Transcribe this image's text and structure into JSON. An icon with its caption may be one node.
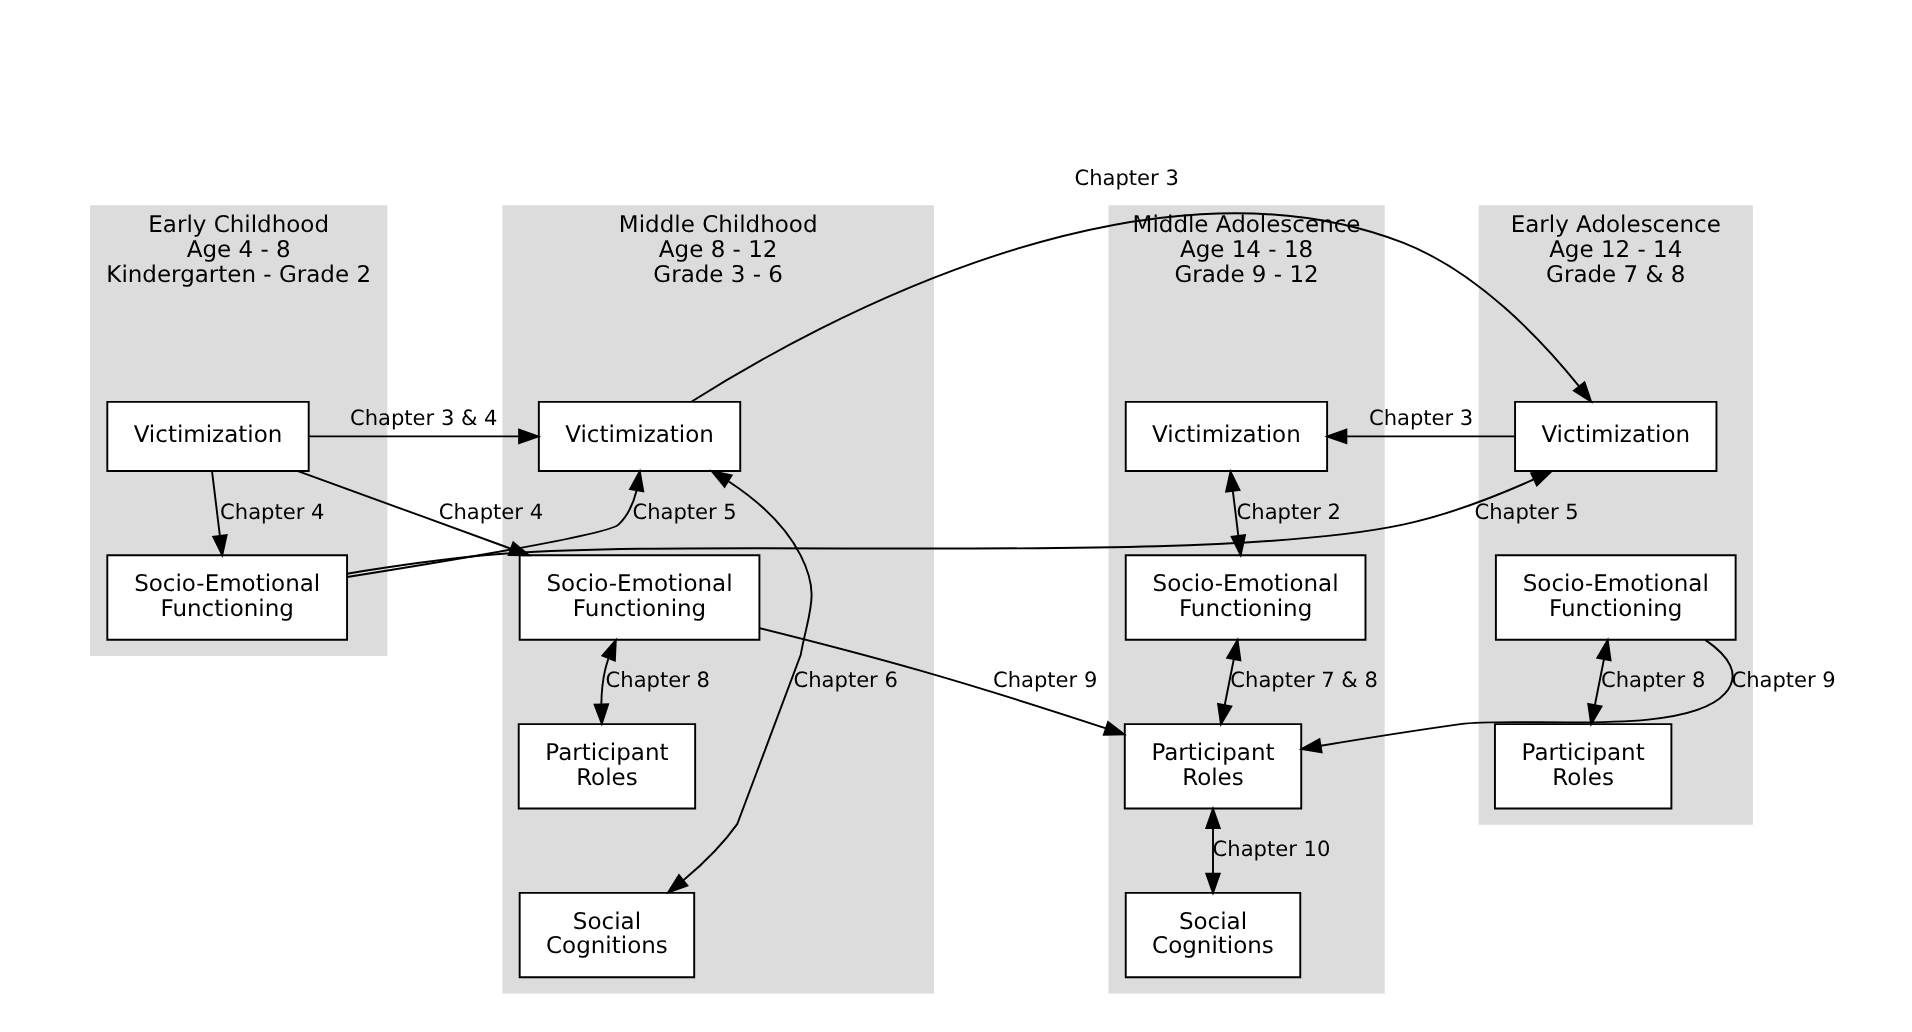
{
  "diagram": {
    "nodes": [
      {
        "text": [
          "Early Childhood",
          "Age 4 - 8",
          "Kindergarten - Grade 2"
        ]
      },
      {
        "text": [
          "Victimization"
        ],
        "in": 0
      },
      {
        "text": [
          "Socio-Emotional Functioning"
        ],
        "in": 0
      },
      {
        "text": [
          "Middle Childhood",
          "Age 8 - 12",
          "Grade 3 - 6"
        ]
      },
      {
        "text": [
          "Victimization"
        ],
        "in": 3
      },
      {
        "text": [
          "Socio-Emotional Functioning"
        ],
        "in": 3
      },
      {
        "text": [
          "Participant Roles"
        ],
        "in": 3
      },
      {
        "text": [
          "Social Cognitions"
        ],
        "in": 3
      },
      {
        "text": [
          "Early Adolescence",
          "Age 12 - 14",
          "Grade 7 & 8"
        ]
      },
      {
        "text": [
          "Victimization"
        ],
        "in": 8
      },
      {
        "text": [
          "Socio-Emotional Functioning"
        ],
        "in": 8
      },
      {
        "text": [
          "Participant Roles"
        ],
        "in": 8
      },
      {
        "text": [
          "Middle Adolescence",
          "Age 14 - 18",
          "Grade 9 - 12"
        ]
      },
      {
        "text": [
          "Victimization"
        ],
        "in": 12
      },
      {
        "text": [
          "Socio-Emotional Functioning"
        ],
        "in": 12
      },
      {
        "text": [
          "Participant Roles"
        ],
        "in": 12
      },
      {
        "text": [
          "Social Cognitions"
        ],
        "in": 12
      }
    ],
    "edges": [
      {
        "from": 2,
        "to": 4,
        "arrow": "to",
        "label": "Chapter 5"
      },
      {
        "from": 2,
        "to": 9,
        "arrow": "to",
        "label": "Chapter 5"
      },
      {
        "from": 1,
        "to": 4,
        "arrow": "to",
        "label": "Chapter 3 & 4"
      },
      {
        "from": 4,
        "to": 9,
        "arrow": "to",
        "label": "Chapter 3"
      },
      {
        "from": 9,
        "to": 13,
        "arrow": "to",
        "label": "Chapter 3"
      },
      {
        "from": 1,
        "to": 2,
        "arrow": "to",
        "label": "Chapter 4"
      },
      {
        "from": 1,
        "to": 5,
        "arrow": "to",
        "label": "Chapter 4"
      },
      {
        "from": 13,
        "to": 14,
        "arrow": "both",
        "label": "Chapter 2"
      },
      {
        "from": 4,
        "to": 7,
        "arrow": "both",
        "label": "Chapter 6"
      },
      {
        "from": 10,
        "to": 15,
        "arrow": "to",
        "label": "Chapter 9"
      },
      {
        "from": 5,
        "to": 6,
        "arrow": "both",
        "label": "Chapter 8"
      },
      {
        "from": 10,
        "to": 11,
        "arrow": "both",
        "label": "Chapter 8"
      },
      {
        "from": 14,
        "to": 15,
        "arrow": "both",
        "label": "Chapter 7 & 8"
      },
      {
        "from": 15,
        "to": 16,
        "arrow": "both",
        "label": "Chapter 10"
      },
      {
        "from": 5,
        "to": 15,
        "arrow": "to",
        "label": "Chapter 9"
      }
    ]
  }
}
